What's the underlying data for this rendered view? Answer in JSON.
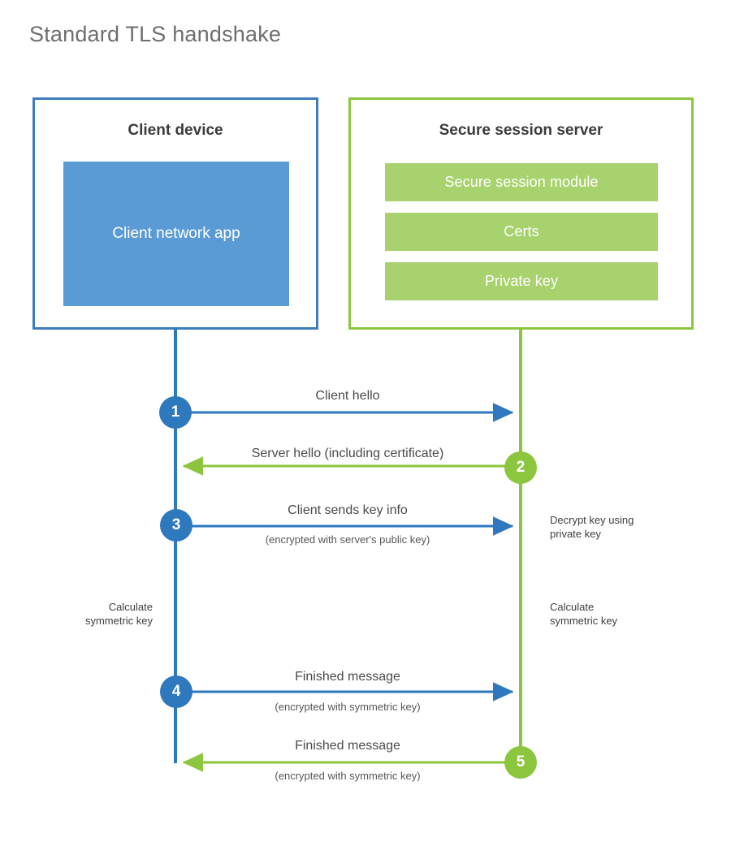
{
  "title": "Standard TLS handshake",
  "colors": {
    "client_border": "#3C7DBF",
    "client_fill": "#5B9BD5",
    "server_border": "#8CC63E",
    "server_fill": "#A8D26D",
    "client_line": "#2E79BD",
    "server_line": "#8CC63E",
    "title_text": "#6e6e6e",
    "body_text": "#4a4a4a"
  },
  "client": {
    "title": "Client device",
    "app_label": "Client network app"
  },
  "server": {
    "title": "Secure session server",
    "components": [
      {
        "label": "Secure session module"
      },
      {
        "label": "Certs"
      },
      {
        "label": "Private key"
      }
    ]
  },
  "steps": [
    {
      "number": "1",
      "label": "Client hello",
      "sublabel": "",
      "direction": "client-to-server",
      "color": "#2E79BD"
    },
    {
      "number": "2",
      "label": "Server hello (including certificate)",
      "sublabel": "",
      "direction": "server-to-client",
      "color": "#8CC63E"
    },
    {
      "number": "3",
      "label": "Client sends key info",
      "sublabel": "(encrypted with server's public key)",
      "direction": "client-to-server",
      "color": "#2E79BD"
    },
    {
      "number": "4",
      "label": "Finished message",
      "sublabel": "(encrypted with symmetric key)",
      "direction": "client-to-server",
      "color": "#2E79BD"
    },
    {
      "number": "5",
      "label": "Finished message",
      "sublabel": "(encrypted with symmetric key)",
      "direction": "server-to-client",
      "color": "#8CC63E"
    }
  ],
  "notes": {
    "server_decrypt": "Decrypt key using\nprivate key",
    "client_calculate": "Calculate\nsymmetric key",
    "server_calculate": "Calculate\nsymmetric key"
  }
}
